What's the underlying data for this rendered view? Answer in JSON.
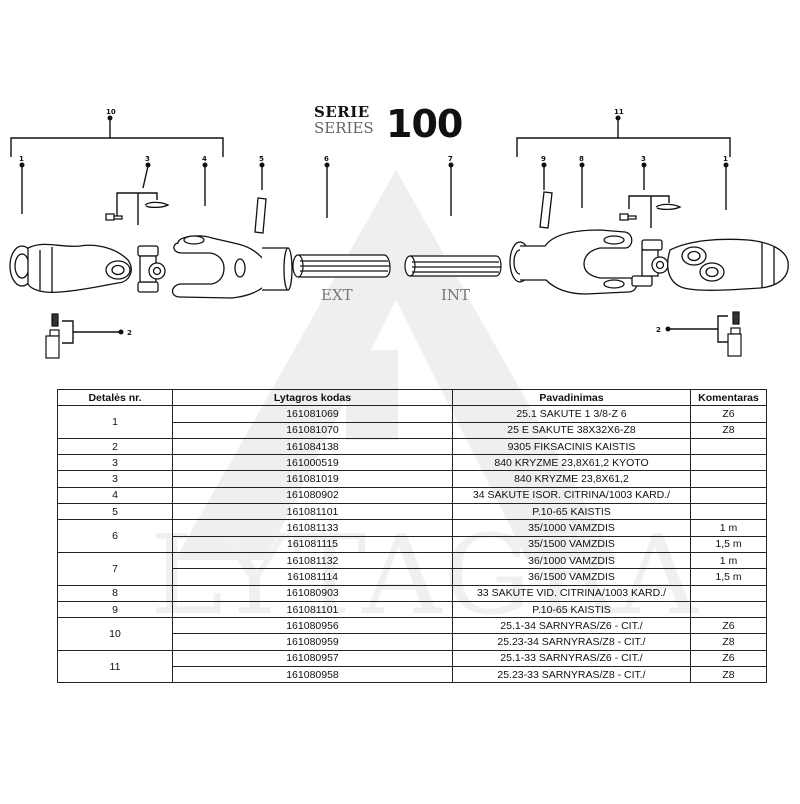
{
  "title": {
    "serie": "SERIE",
    "series": "SERIES",
    "number": "100"
  },
  "watermark": {
    "text": "LYTAGRA",
    "color": "#f0f0f0"
  },
  "diagram": {
    "labels": {
      "ext": "EXT",
      "int": "INT"
    },
    "callouts": {
      "left_assembly": "10",
      "right_assembly": "11",
      "l1": "1",
      "l2": "2",
      "l3": "3",
      "l4": "4",
      "l5": "5",
      "c6": "6",
      "c7": "7",
      "r9": "9",
      "r8": "8",
      "r3": "3",
      "r1": "1",
      "r2": "2"
    }
  },
  "table": {
    "headers": [
      "Detalės nr.",
      "Lytagros kodas",
      "Pavadinimas",
      "Komentaras"
    ],
    "rows": [
      {
        "detail": "1",
        "code": "161081069",
        "name": "25.1 SAKUTE 1 3/8-Z 6",
        "comment": "Z6"
      },
      {
        "detail": "",
        "code": "161081070",
        "name": "25 E SAKUTE 38X32X6-Z8",
        "comment": "Z8"
      },
      {
        "detail": "2",
        "code": "161084138",
        "name": "9305 FIKSACINIS KAISTIS",
        "comment": ""
      },
      {
        "detail": "3",
        "code": "161000519",
        "name": "840 KRYZME 23,8X61,2 KYOTO",
        "comment": ""
      },
      {
        "detail": "3",
        "code": "161081019",
        "name": "840 KRYZME 23,8X61,2",
        "comment": ""
      },
      {
        "detail": "4",
        "code": "161080902",
        "name": "34 SAKUTE ISOR. CITRINA/1003 KARD./",
        "comment": ""
      },
      {
        "detail": "5",
        "code": "161081101",
        "name": "P.10-65 KAISTIS",
        "comment": ""
      },
      {
        "detail": "6",
        "code": "161081133",
        "name": "35/1000 VAMZDIS",
        "comment": "1 m"
      },
      {
        "detail": "",
        "code": "161081115",
        "name": "35/1500 VAMZDIS",
        "comment": "1,5 m"
      },
      {
        "detail": "7",
        "code": "161081132",
        "name": "36/1000 VAMZDIS",
        "comment": "1 m"
      },
      {
        "detail": "",
        "code": "161081114",
        "name": "36/1500 VAMZDIS",
        "comment": "1,5 m"
      },
      {
        "detail": "8",
        "code": "161080903",
        "name": "33 SAKUTE VID. CITRINA/1003 KARD./",
        "comment": ""
      },
      {
        "detail": "9",
        "code": "161081101",
        "name": "P.10-65 KAISTIS",
        "comment": ""
      },
      {
        "detail": "10",
        "code": "161080956",
        "name": "25.1-34 SARNYRAS/Z6 - CIT./",
        "comment": "Z6"
      },
      {
        "detail": "",
        "code": "161080959",
        "name": "25.23-34 SARNYRAS/Z8 - CIT./",
        "comment": "Z8"
      },
      {
        "detail": "11",
        "code": "161080957",
        "name": "25.1-33 SARNYRAS/Z6 - CIT./",
        "comment": "Z6"
      },
      {
        "detail": "",
        "code": "161080958",
        "name": "25.23-33 SARNYRAS/Z8 - CIT./",
        "comment": "Z8"
      }
    ]
  }
}
